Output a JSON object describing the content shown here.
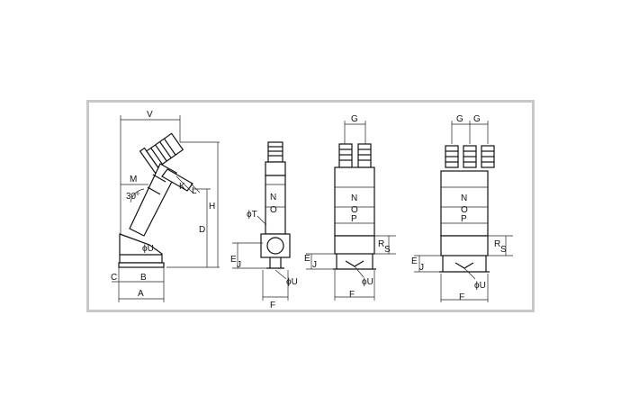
{
  "views": {
    "side": {
      "labels": {
        "V": "V",
        "M": "M",
        "angle": "30°",
        "K": "K",
        "L": "L",
        "D": "D",
        "H": "H",
        "U": "ϕU",
        "C": "C",
        "B": "B",
        "A": "A"
      }
    },
    "front_one": {
      "labels": {
        "G": "",
        "N": "N",
        "O": "O",
        "T": "ϕT",
        "E": "E",
        "J": "J",
        "U": "ϕU",
        "F": "F"
      }
    },
    "front_two": {
      "labels": {
        "G": "G",
        "N": "N",
        "O": "O",
        "P": "P",
        "R": "R",
        "S": "S",
        "E": "E",
        "J": "J",
        "U": "ϕU",
        "F": "F"
      }
    },
    "front_three": {
      "labels": {
        "G1": "G",
        "G2": "G",
        "N": "N",
        "O": "O",
        "P": "P",
        "R": "R",
        "S": "S",
        "E": "E",
        "J": "J",
        "U": "ϕU",
        "F": "F"
      }
    }
  },
  "colors": {
    "frame": "#c8c8c8",
    "line": "#111111"
  }
}
